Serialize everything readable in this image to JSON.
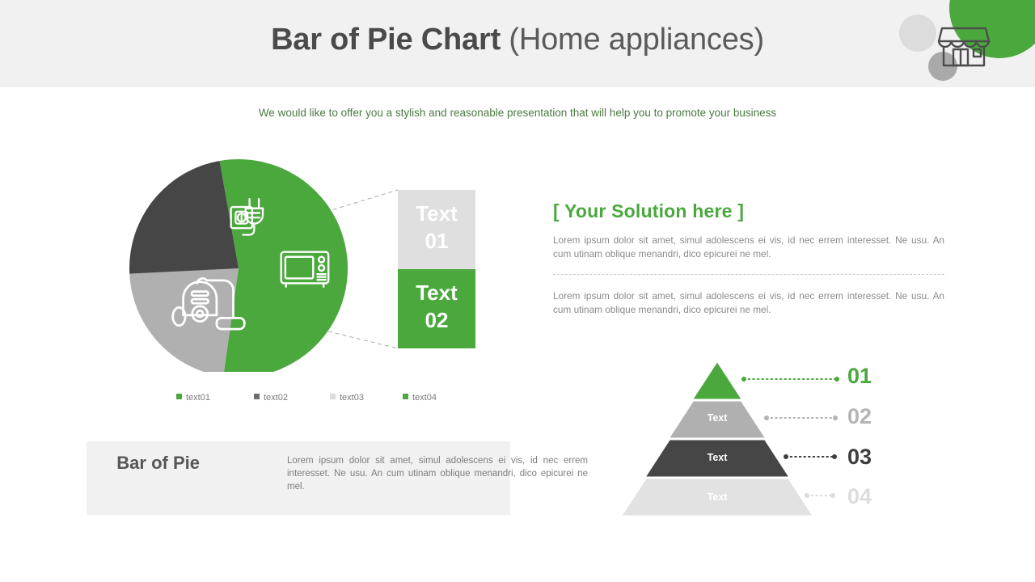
{
  "header": {
    "title_bold": "Bar of Pie Chart",
    "title_light": "(Home appliances)",
    "icons": {
      "shop": "shop-icon"
    }
  },
  "subtitle": "We would like to offer you a stylish and reasonable presentation that will help you to promote your business",
  "colors": {
    "green": "#4aa83d",
    "dark": "#464646",
    "mid_gray": "#b0b0b0",
    "light_gray": "#dcdcdc",
    "pale_gray": "#e2e2e2",
    "band": "#f1f1f1",
    "subtitle_green": "#4c7a43"
  },
  "chart_data": {
    "type": "pie",
    "title": "Bar of Pie Chart (Home appliances)",
    "categories": [
      "text01",
      "text02",
      "text03",
      "text04"
    ],
    "values": [
      55,
      23,
      22,
      0
    ],
    "slices": [
      {
        "label": "text01",
        "value": 55,
        "color": "#4aa83d",
        "icon": "vacuum-cleaner-icon"
      },
      {
        "label": "text03",
        "value": 22,
        "color": "#b0b0b0",
        "icon": "plug-socket-icon"
      },
      {
        "label": "text02",
        "value": 23,
        "color": "#464646",
        "icon": "microwave-icon"
      }
    ],
    "legend": [
      {
        "label": "text01",
        "color": "#4aa83d"
      },
      {
        "label": "text02",
        "color": "#6e6e6e"
      },
      {
        "label": "text03",
        "color": "#dcdcdc"
      },
      {
        "label": "text04",
        "color": "#4aa83d"
      }
    ],
    "legend_position": "bottom",
    "bar_of_pie": [
      {
        "label": "Text",
        "number": "01",
        "color": "#dfdfdf",
        "text_color": "#ffffff"
      },
      {
        "label": "Text",
        "number": "02",
        "color": "#4aa83d",
        "text_color": "#ffffff"
      }
    ]
  },
  "bottom_box": {
    "title": "Bar of Pie",
    "body": "Lorem ipsum dolor sit amet, simul adolescens ei vis, id nec errem interesset. Ne usu. An cum utinam oblique menandri, dico epicurei ne mel."
  },
  "solution": {
    "title": "[ Your Solution here ]",
    "paragraph_1": "Lorem ipsum dolor sit amet, simul adolescens ei vis, id nec errem interesset. Ne usu. An cum utinam oblique menandri, dico epicurei ne mel.",
    "paragraph_2": "Lorem ipsum dolor sit amet, simul adolescens ei vis, id nec errem interesset. Ne usu. An cum utinam oblique menandri, dico epicurei ne mel."
  },
  "pyramid": {
    "levels": [
      {
        "text": "",
        "number": "01",
        "color": "#4aa83d",
        "label_color": "#4aa83d",
        "connector_color": "#4aa83d"
      },
      {
        "text": "Text",
        "number": "02",
        "color": "#b0b0b0",
        "label_color": "#b4b4b4",
        "connector_color": "#b4b4b4"
      },
      {
        "text": "Text",
        "number": "03",
        "color": "#464646",
        "label_color": "#3d3d3d",
        "connector_color": "#3d3d3d"
      },
      {
        "text": "Text",
        "number": "04",
        "color": "#e2e2e2",
        "label_color": "#dcdcdc",
        "connector_color": "#dcdcdc"
      }
    ]
  }
}
